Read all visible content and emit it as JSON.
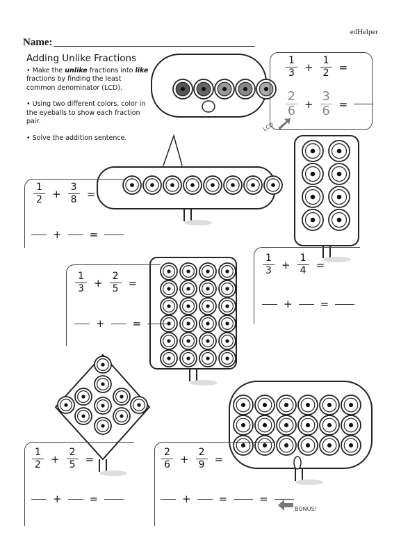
{
  "brand": "edHelper",
  "name_label": "Name:",
  "instructions": {
    "title": "Adding Unlike Fractions",
    "bullet1_pre": "• Make the ",
    "bullet1_em1": "unlike",
    "bullet1_mid": " fractions into ",
    "bullet1_em2": "like",
    "bullet1_post": " fractions by finding the least common denominator (LCD).",
    "bullet2": "• Using two different colors, color in the eyeballs to show each fraction pair.",
    "bullet3": "• Solve the addition sentence."
  },
  "example": {
    "a": {
      "n": "1",
      "d": "3"
    },
    "b": {
      "n": "1",
      "d": "2"
    },
    "a_like": {
      "n": "2",
      "d": "6"
    },
    "b_like": {
      "n": "3",
      "d": "6"
    },
    "lcd_label": "LCD"
  },
  "problems": [
    {
      "a": {
        "n": "1",
        "d": "2"
      },
      "b": {
        "n": "3",
        "d": "8"
      }
    },
    {
      "a": {
        "n": "1",
        "d": "3"
      },
      "b": {
        "n": "2",
        "d": "5"
      }
    },
    {
      "a": {
        "n": "1",
        "d": "3"
      },
      "b": {
        "n": "1",
        "d": "4"
      }
    },
    {
      "a": {
        "n": "1",
        "d": "2"
      },
      "b": {
        "n": "2",
        "d": "5"
      }
    },
    {
      "a": {
        "n": "2",
        "d": "6"
      },
      "b": {
        "n": "2",
        "d": "9"
      }
    }
  ],
  "symbols": {
    "plus": "+",
    "equals": "="
  },
  "bonus_label": "BONUS!"
}
